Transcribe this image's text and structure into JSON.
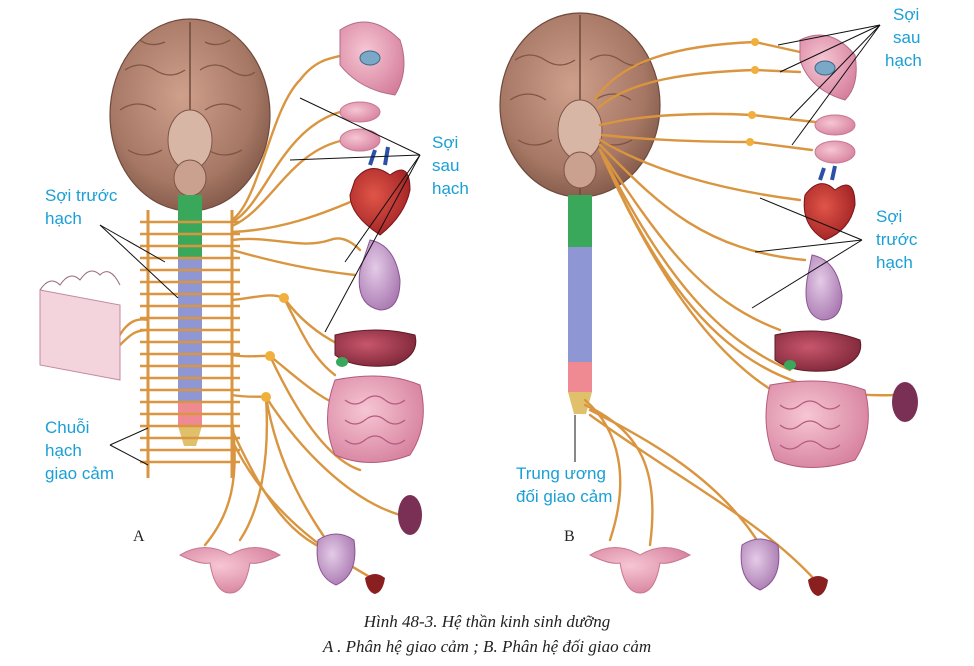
{
  "labels": {
    "a_preganglionic": [
      "Sợi trước",
      "hạch"
    ],
    "a_postganglionic": [
      "Sợi",
      "sau",
      "hạch"
    ],
    "a_chain": [
      "Chuỗi",
      "hạch",
      "giao cảm"
    ],
    "b_postganglionic": [
      "Sợi",
      "sau",
      "hạch"
    ],
    "b_preganglionic": [
      "Sợi",
      "trước",
      "hạch"
    ],
    "b_center": [
      "Trung ương",
      "đối giao cảm"
    ]
  },
  "panels": {
    "a": "A",
    "b": "B"
  },
  "caption": {
    "line1": "Hình 48-3. Hệ thần kinh sinh dưỡng",
    "line2": "A . Phân hệ giao cảm ; B. Phân hệ đối giao cảm"
  },
  "colors": {
    "text_label": "#1a9fd6",
    "nerve": "#d9953f",
    "brain": "#a87a68",
    "spinal_green": "#3aa85a",
    "spinal_blue": "#8f96d4",
    "spinal_pink": "#ef8a93",
    "spinal_tan": "#e0c06a"
  }
}
